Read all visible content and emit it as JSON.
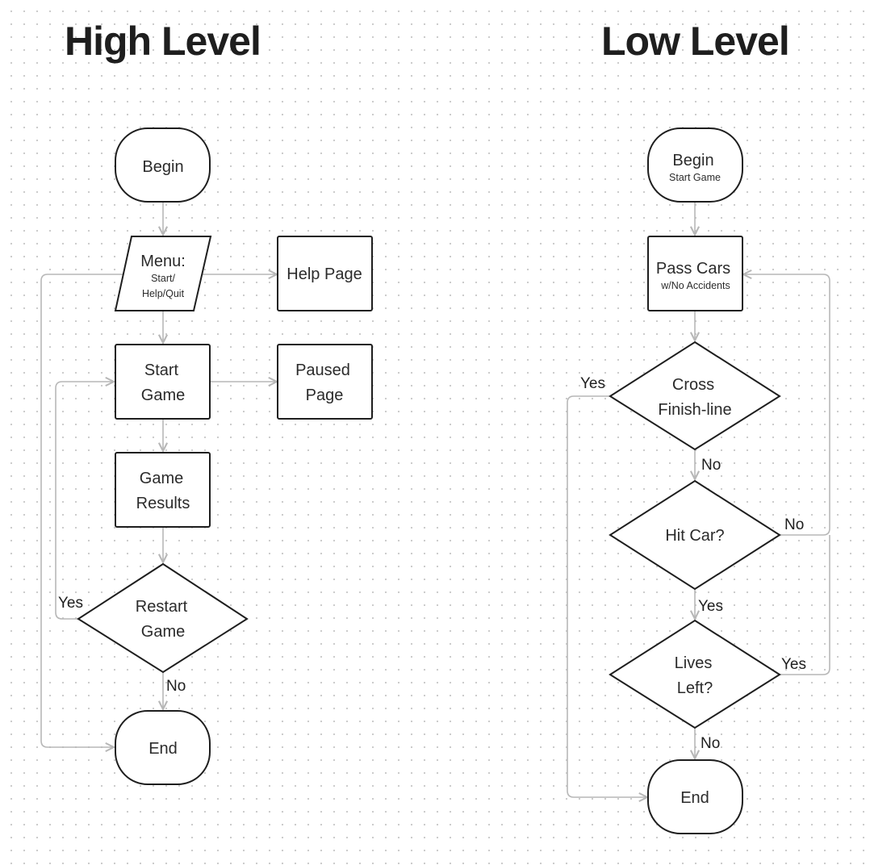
{
  "titles": {
    "high": "High Level",
    "low": "Low Level"
  },
  "high_level": {
    "begin": "Begin",
    "menu": {
      "title": "Menu:",
      "line1": "Start/",
      "line2": "Help/Quit"
    },
    "help_page": "Help Page",
    "start_game": {
      "line1": "Start",
      "line2": "Game"
    },
    "paused_page": {
      "line1": "Paused",
      "line2": "Page"
    },
    "game_results": {
      "line1": "Game",
      "line2": "Results"
    },
    "restart_game": {
      "line1": "Restart",
      "line2": "Game"
    },
    "end": "End",
    "labels": {
      "yes": "Yes",
      "no": "No"
    }
  },
  "low_level": {
    "begin": {
      "title": "Begin",
      "sub": "Start Game"
    },
    "pass_cars": {
      "title": "Pass Cars",
      "sub": "w/No Accidents"
    },
    "cross_finish": {
      "line1": "Cross",
      "line2": "Finish-line"
    },
    "hit_car": "Hit Car?",
    "lives_left": {
      "line1": "Lives",
      "line2": "Left?"
    },
    "end": "End",
    "labels": {
      "cross_yes": "Yes",
      "cross_no": "No",
      "hit_no": "No",
      "hit_yes": "Yes",
      "lives_yes": "Yes",
      "lives_no": "No"
    }
  }
}
